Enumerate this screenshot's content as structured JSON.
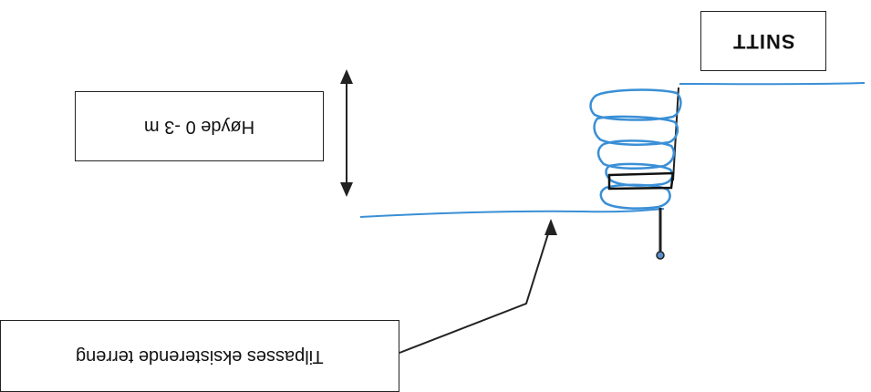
{
  "labels": {
    "section": "SNITT",
    "height": "Høyde 0 -3 m",
    "terrain": "Tilpasses eksisterende terreng"
  },
  "colors": {
    "terrain_line": "#3a8fd6",
    "stone": "#3a8fd6",
    "ink": "#222222"
  }
}
